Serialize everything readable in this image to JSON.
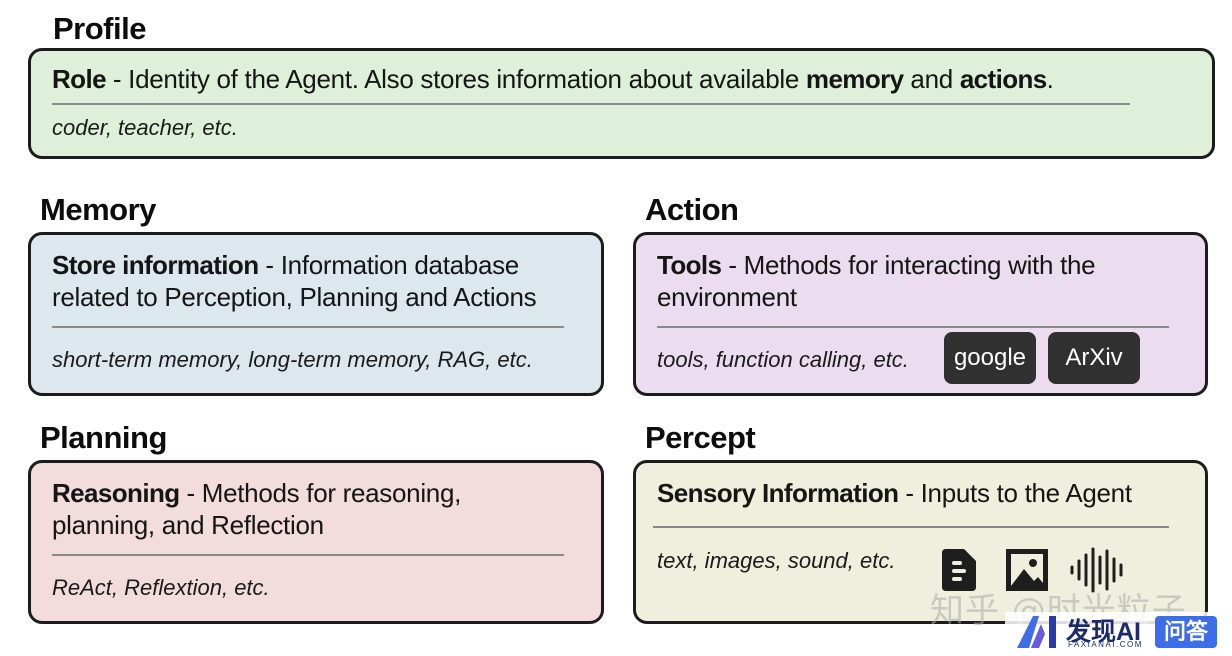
{
  "profile": {
    "title": "Profile",
    "head_bold": "Role",
    "head_text_1": " - Identity of the Agent. Also stores information about available ",
    "head_bold_2": "memory",
    "head_text_2": " and ",
    "head_bold_3": "actions",
    "head_text_3": ".",
    "examples": "coder, teacher, etc.",
    "color": "#dff0da"
  },
  "memory": {
    "title": "Memory",
    "head_bold": "Store information",
    "head_text_line1": " - Information database",
    "head_text_line2": "related to Perception, Planning and Actions",
    "examples": "short-term memory, long-term memory, RAG, etc.",
    "color": "#dde8ee"
  },
  "action": {
    "title": "Action",
    "head_bold": "Tools",
    "head_text_line1": " - Methods for interacting with the",
    "head_text_line2": "environment",
    "examples": "tools, function calling, etc.",
    "chips": [
      "google",
      "ArXiv"
    ],
    "color": "#ecdcef"
  },
  "planning": {
    "title": "Planning",
    "head_bold": "Reasoning",
    "head_text_line1": " - Methods for reasoning,",
    "head_text_line2": "planning, and Reflection",
    "examples": "ReAct, Reflextion, etc.",
    "color": "#f2dcdc"
  },
  "percept": {
    "title": "Percept",
    "head_bold": "Sensory Information",
    "head_text_line1": " - Inputs to the Agent",
    "examples": "text, images, sound, etc.",
    "icons": [
      "document-icon",
      "image-icon",
      "sound-wave-icon"
    ],
    "color": "#eef0dd"
  },
  "watermark": {
    "cn_text": "知乎 @时光粒子",
    "brand": "发现AI",
    "brand_sub": "FAXIANAI.COM",
    "badge": "问答"
  }
}
